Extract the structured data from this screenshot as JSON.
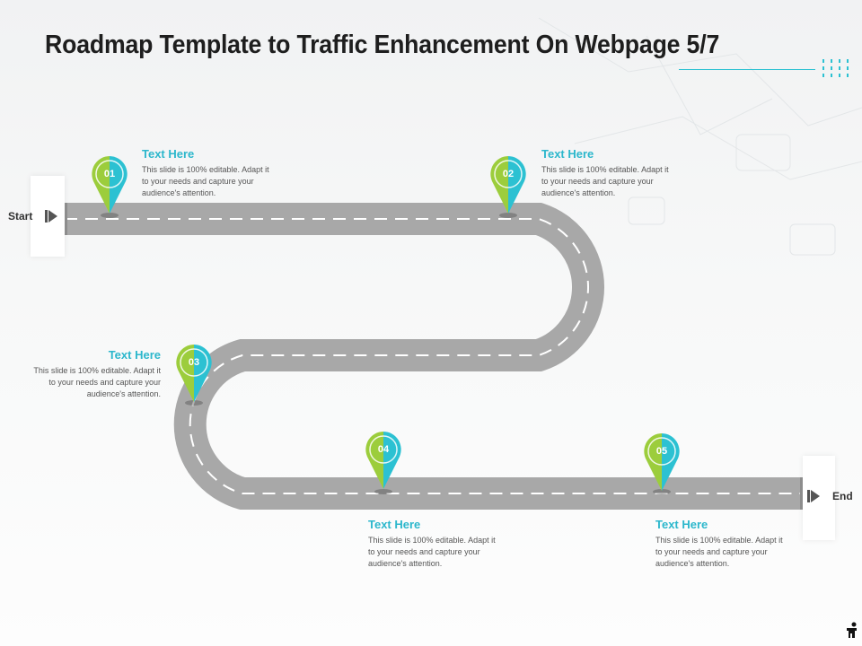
{
  "title": "Roadmap Template to Traffic Enhancement On Webpage 5/7",
  "start_label": "Start",
  "end_label": "End",
  "milestones": [
    {
      "num": "01",
      "heading": "Text Here",
      "body": "This slide is 100% editable. Adapt it to your needs and capture your audience's attention."
    },
    {
      "num": "02",
      "heading": "Text Here",
      "body": "This slide is 100% editable. Adapt it to your needs and capture your audience's attention."
    },
    {
      "num": "03",
      "heading": "Text Here",
      "body": "This slide is 100% editable. Adapt it to your needs and capture your audience's attention."
    },
    {
      "num": "04",
      "heading": "Text Here",
      "body": "This slide is 100% editable. Adapt it to your needs and capture your audience's attention."
    },
    {
      "num": "05",
      "heading": "Text Here",
      "body": "This slide is 100% editable. Adapt it to your needs and capture your audience's attention."
    }
  ],
  "colors": {
    "accent_teal": "#2cc1d2",
    "accent_green": "#9ccd3c",
    "road": "#a8a8a8",
    "title": "#1e1e1e"
  },
  "icons": {
    "start": "play-arrow-icon",
    "end": "play-arrow-icon",
    "pin": "map-pin-icon",
    "footer": "user-icon"
  }
}
